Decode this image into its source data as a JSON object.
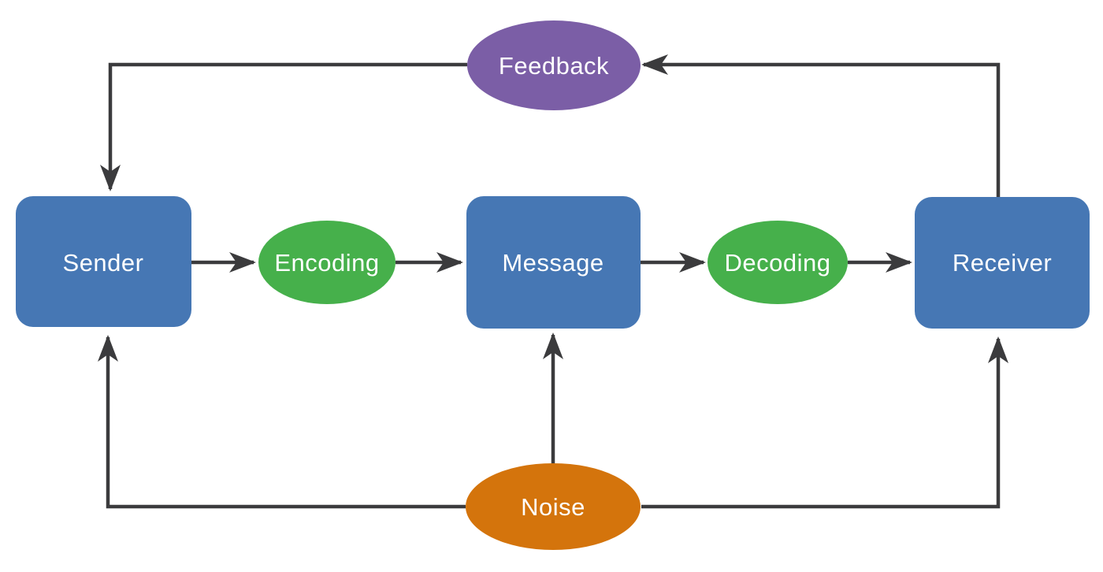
{
  "diagram": {
    "type": "flowchart",
    "subject": "communication-process-model",
    "background": "#ffffff",
    "colors": {
      "box_blue": "#4677B4",
      "ellipse_green": "#46B04B",
      "ellipse_purple": "#7B5EA6",
      "ellipse_orange": "#D4740C",
      "arrow": "#3b3b3d",
      "label_text": "#ffffff"
    },
    "nodes": {
      "sender": {
        "label": "Sender",
        "shape": "rounded-rect",
        "color": "#4677B4"
      },
      "encoding": {
        "label": "Encoding",
        "shape": "ellipse",
        "color": "#46B04B"
      },
      "message": {
        "label": "Message",
        "shape": "rounded-rect",
        "color": "#4677B4"
      },
      "decoding": {
        "label": "Decoding",
        "shape": "ellipse",
        "color": "#46B04B"
      },
      "receiver": {
        "label": "Receiver",
        "shape": "rounded-rect",
        "color": "#4677B4"
      },
      "feedback": {
        "label": "Feedback",
        "shape": "ellipse",
        "color": "#7B5EA6"
      },
      "noise": {
        "label": "Noise",
        "shape": "ellipse",
        "color": "#D4740C"
      }
    },
    "edges": [
      {
        "from": "sender",
        "to": "encoding",
        "style": "straight-arrow"
      },
      {
        "from": "encoding",
        "to": "message",
        "style": "straight-arrow"
      },
      {
        "from": "message",
        "to": "decoding",
        "style": "straight-arrow"
      },
      {
        "from": "decoding",
        "to": "receiver",
        "style": "straight-arrow"
      },
      {
        "from": "receiver",
        "to": "feedback",
        "style": "elbow-arrow-top"
      },
      {
        "from": "feedback",
        "to": "sender",
        "style": "elbow-arrow-top"
      },
      {
        "from": "noise",
        "to": "sender",
        "style": "elbow-arrow-bottom"
      },
      {
        "from": "noise",
        "to": "message",
        "style": "straight-arrow-up"
      },
      {
        "from": "noise",
        "to": "receiver",
        "style": "elbow-arrow-bottom"
      }
    ]
  }
}
